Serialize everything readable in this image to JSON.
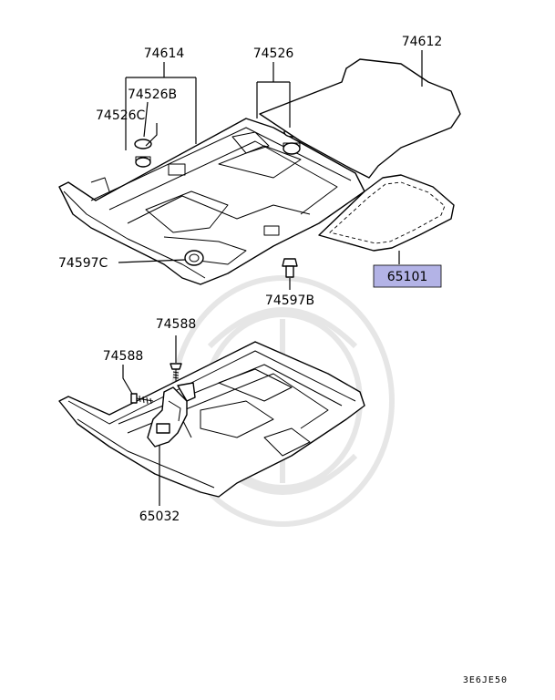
{
  "diagram": {
    "labels": {
      "p74614": "74614",
      "p74526b": "74526B",
      "p74526c": "74526C",
      "p74526": "74526",
      "p74612": "74612",
      "p74597c": "74597C",
      "p74597b": "74597B",
      "p65101": "65101",
      "p74588_top": "74588",
      "p74588_left": "74588",
      "p65032": "65032"
    },
    "highlight_color": "#b3b3e6",
    "code": "3E6JE50"
  }
}
